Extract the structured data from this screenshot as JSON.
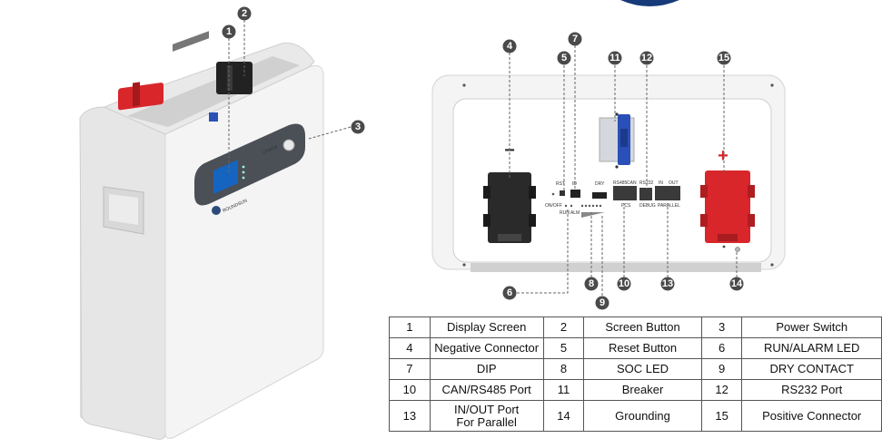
{
  "device": {
    "model_label": "LFWO4",
    "brand_label": "ROUNDSUN",
    "negative_symbol": "−",
    "positive_symbol": "+"
  },
  "panel_labels": {
    "rst": "RST",
    "id": "ID",
    "dry": "DRY",
    "rs485": "RS485",
    "can": "CAN",
    "rs232": "RS232",
    "in": "IN",
    "out": "OUT",
    "onoff": "ON/OFF",
    "run_alm": "RUN ALM",
    "pcs": "PCS",
    "debug": "DEBUG",
    "parallel": "PARALLEL"
  },
  "callouts": [
    "1",
    "2",
    "3",
    "4",
    "5",
    "6",
    "7",
    "8",
    "9",
    "10",
    "11",
    "12",
    "13",
    "14",
    "15"
  ],
  "colors": {
    "callout": "#4a4a4a",
    "positive": "#d8262b",
    "breaker": "#2a50b8",
    "screen": "#1565c0"
  },
  "legend": [
    {
      "n1": "1",
      "l1": "Display Screen",
      "n2": "2",
      "l2": "Screen Button",
      "n3": "3",
      "l3": "Power Switch"
    },
    {
      "n1": "4",
      "l1": "Negative Connector",
      "n2": "5",
      "l2": "Reset Button",
      "n3": "6",
      "l3": "RUN/ALARM LED"
    },
    {
      "n1": "7",
      "l1": "DIP",
      "n2": "8",
      "l2": "SOC LED",
      "n3": "9",
      "l3": "DRY CONTACT"
    },
    {
      "n1": "10",
      "l1": "CAN/RS485 Port",
      "n2": "11",
      "l2": "Breaker",
      "n3": "12",
      "l3": "RS232 Port"
    },
    {
      "n1": "13",
      "l1": "IN/OUT Port",
      "l1b": "For Parallel",
      "n2": "14",
      "l2": "Grounding",
      "n3": "15",
      "l3": "Positive Connector"
    }
  ]
}
